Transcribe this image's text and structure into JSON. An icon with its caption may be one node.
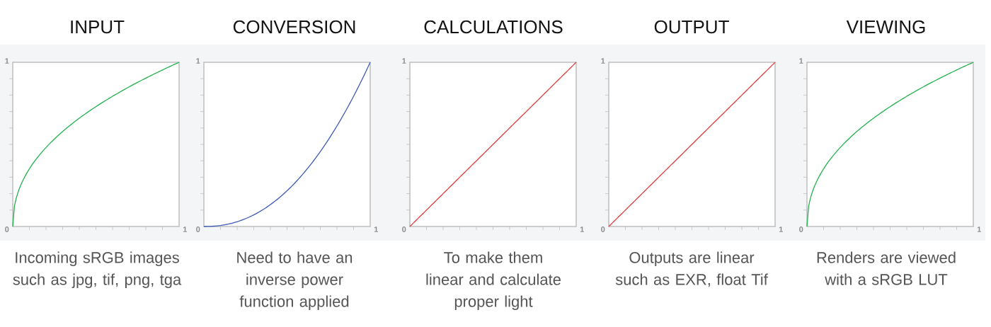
{
  "diagram": {
    "labels": [
      "INPUT",
      "CONVERSION",
      "CALCULATIONS",
      "OUTPUT",
      "VIEWING",
      "1",
      "0",
      "1",
      "1",
      "0",
      "1",
      "1",
      "0",
      "1",
      "1",
      "0",
      "1",
      "1",
      "0",
      "1",
      "Incoming sRGB images such as jpg, tif, png, tga",
      "Need to have an inverse power function applied",
      "To make them linear and calculate proper light",
      "Outputs are linear such as EXR, float Tif",
      "Renders are viewed with a sRGB LUT"
    ]
  }
}
